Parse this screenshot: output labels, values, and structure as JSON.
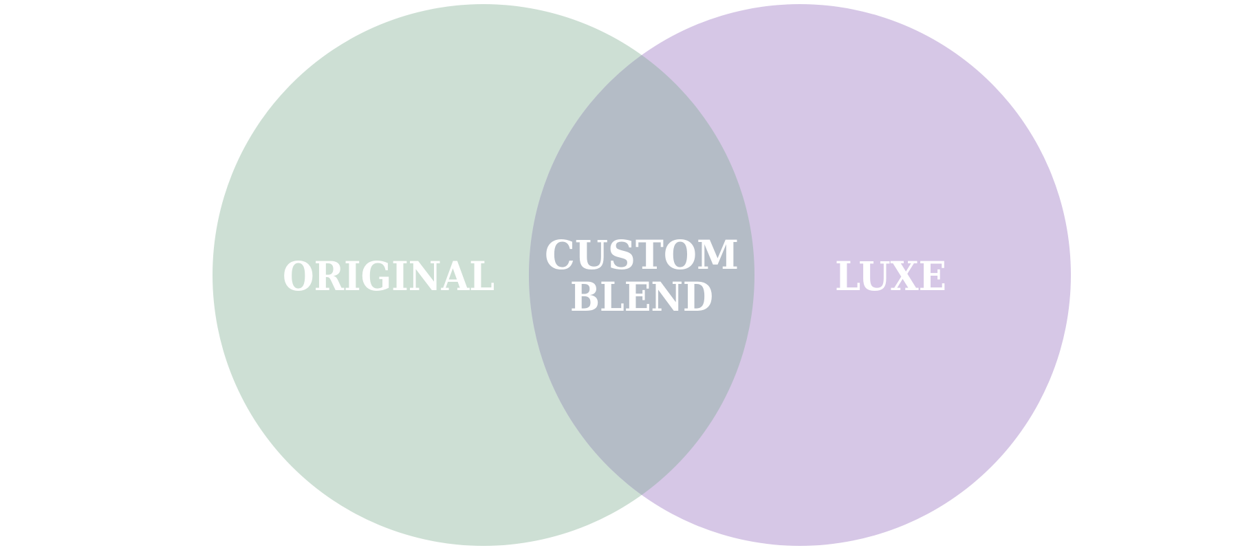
{
  "diagram": {
    "type": "venn",
    "sets": [
      {
        "id": "left",
        "label": "ORIGINAL",
        "color": "#cddfd4"
      },
      {
        "id": "right",
        "label": "LUXE",
        "color": "#d6c7e6"
      }
    ],
    "overlap": {
      "label_lines": [
        "CUSTOM",
        "BLEND"
      ],
      "color": "#b4bcc6"
    },
    "background": "#ffffff",
    "label_color": "#ffffff"
  }
}
